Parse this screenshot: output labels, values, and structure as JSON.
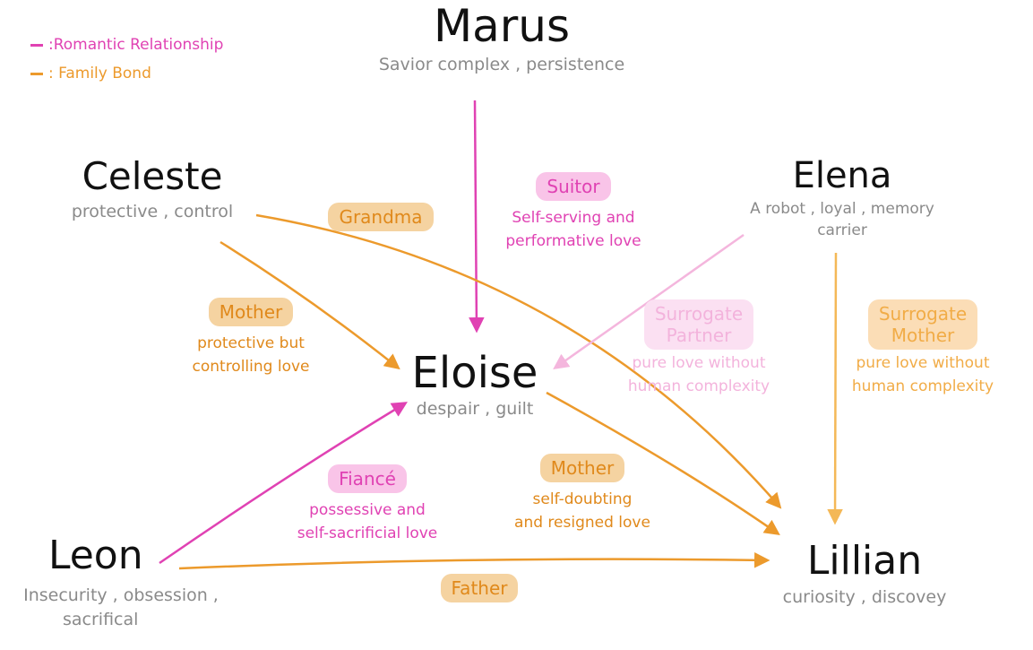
{
  "colors": {
    "romantic": "#e042b3",
    "romantic_light": "#f4b6dd",
    "family": "#ec9a2c",
    "family_light": "#f4b857"
  },
  "legend": {
    "romantic": ":Romantic Relationship",
    "family": ": Family Bond"
  },
  "nodes": {
    "marus": {
      "name": "Marus",
      "traits": "Savior complex , persistence"
    },
    "celeste": {
      "name": "Celeste",
      "traits": "protective , control"
    },
    "elena": {
      "name": "Elena",
      "traits_line1": "A robot , loyal , memory",
      "traits_line2": "carrier"
    },
    "eloise": {
      "name": "Eloise",
      "traits": "despair , guilt"
    },
    "leon": {
      "name": "Leon",
      "traits_line1": "Insecurity , obsession ,",
      "traits_line2": "sacrifical"
    },
    "lillian": {
      "name": "Lillian",
      "traits": "curiosity , discovey"
    }
  },
  "relations": {
    "grandma": {
      "label": "Grandma"
    },
    "suitor": {
      "label": "Suitor",
      "line1": "Self-serving and",
      "line2": "performative love"
    },
    "mother_celeste": {
      "label": "Mother",
      "line1": "protective but",
      "line2": "controlling love"
    },
    "surrogate_partner": {
      "label_line1": "Surrogate",
      "label_line2": "Partner",
      "line1": "pure love without",
      "line2": "human complexity"
    },
    "surrogate_mother": {
      "label_line1": "Surrogate",
      "label_line2": "Mother",
      "line1": "pure love without",
      "line2": "human complexity"
    },
    "fiance": {
      "label": "Fiancé",
      "line1": "possessive and",
      "line2": "self-sacrificial love"
    },
    "mother_eloise": {
      "label": "Mother",
      "line1": "self-doubting",
      "line2": "and resigned love"
    },
    "father": {
      "label": "Father"
    }
  }
}
